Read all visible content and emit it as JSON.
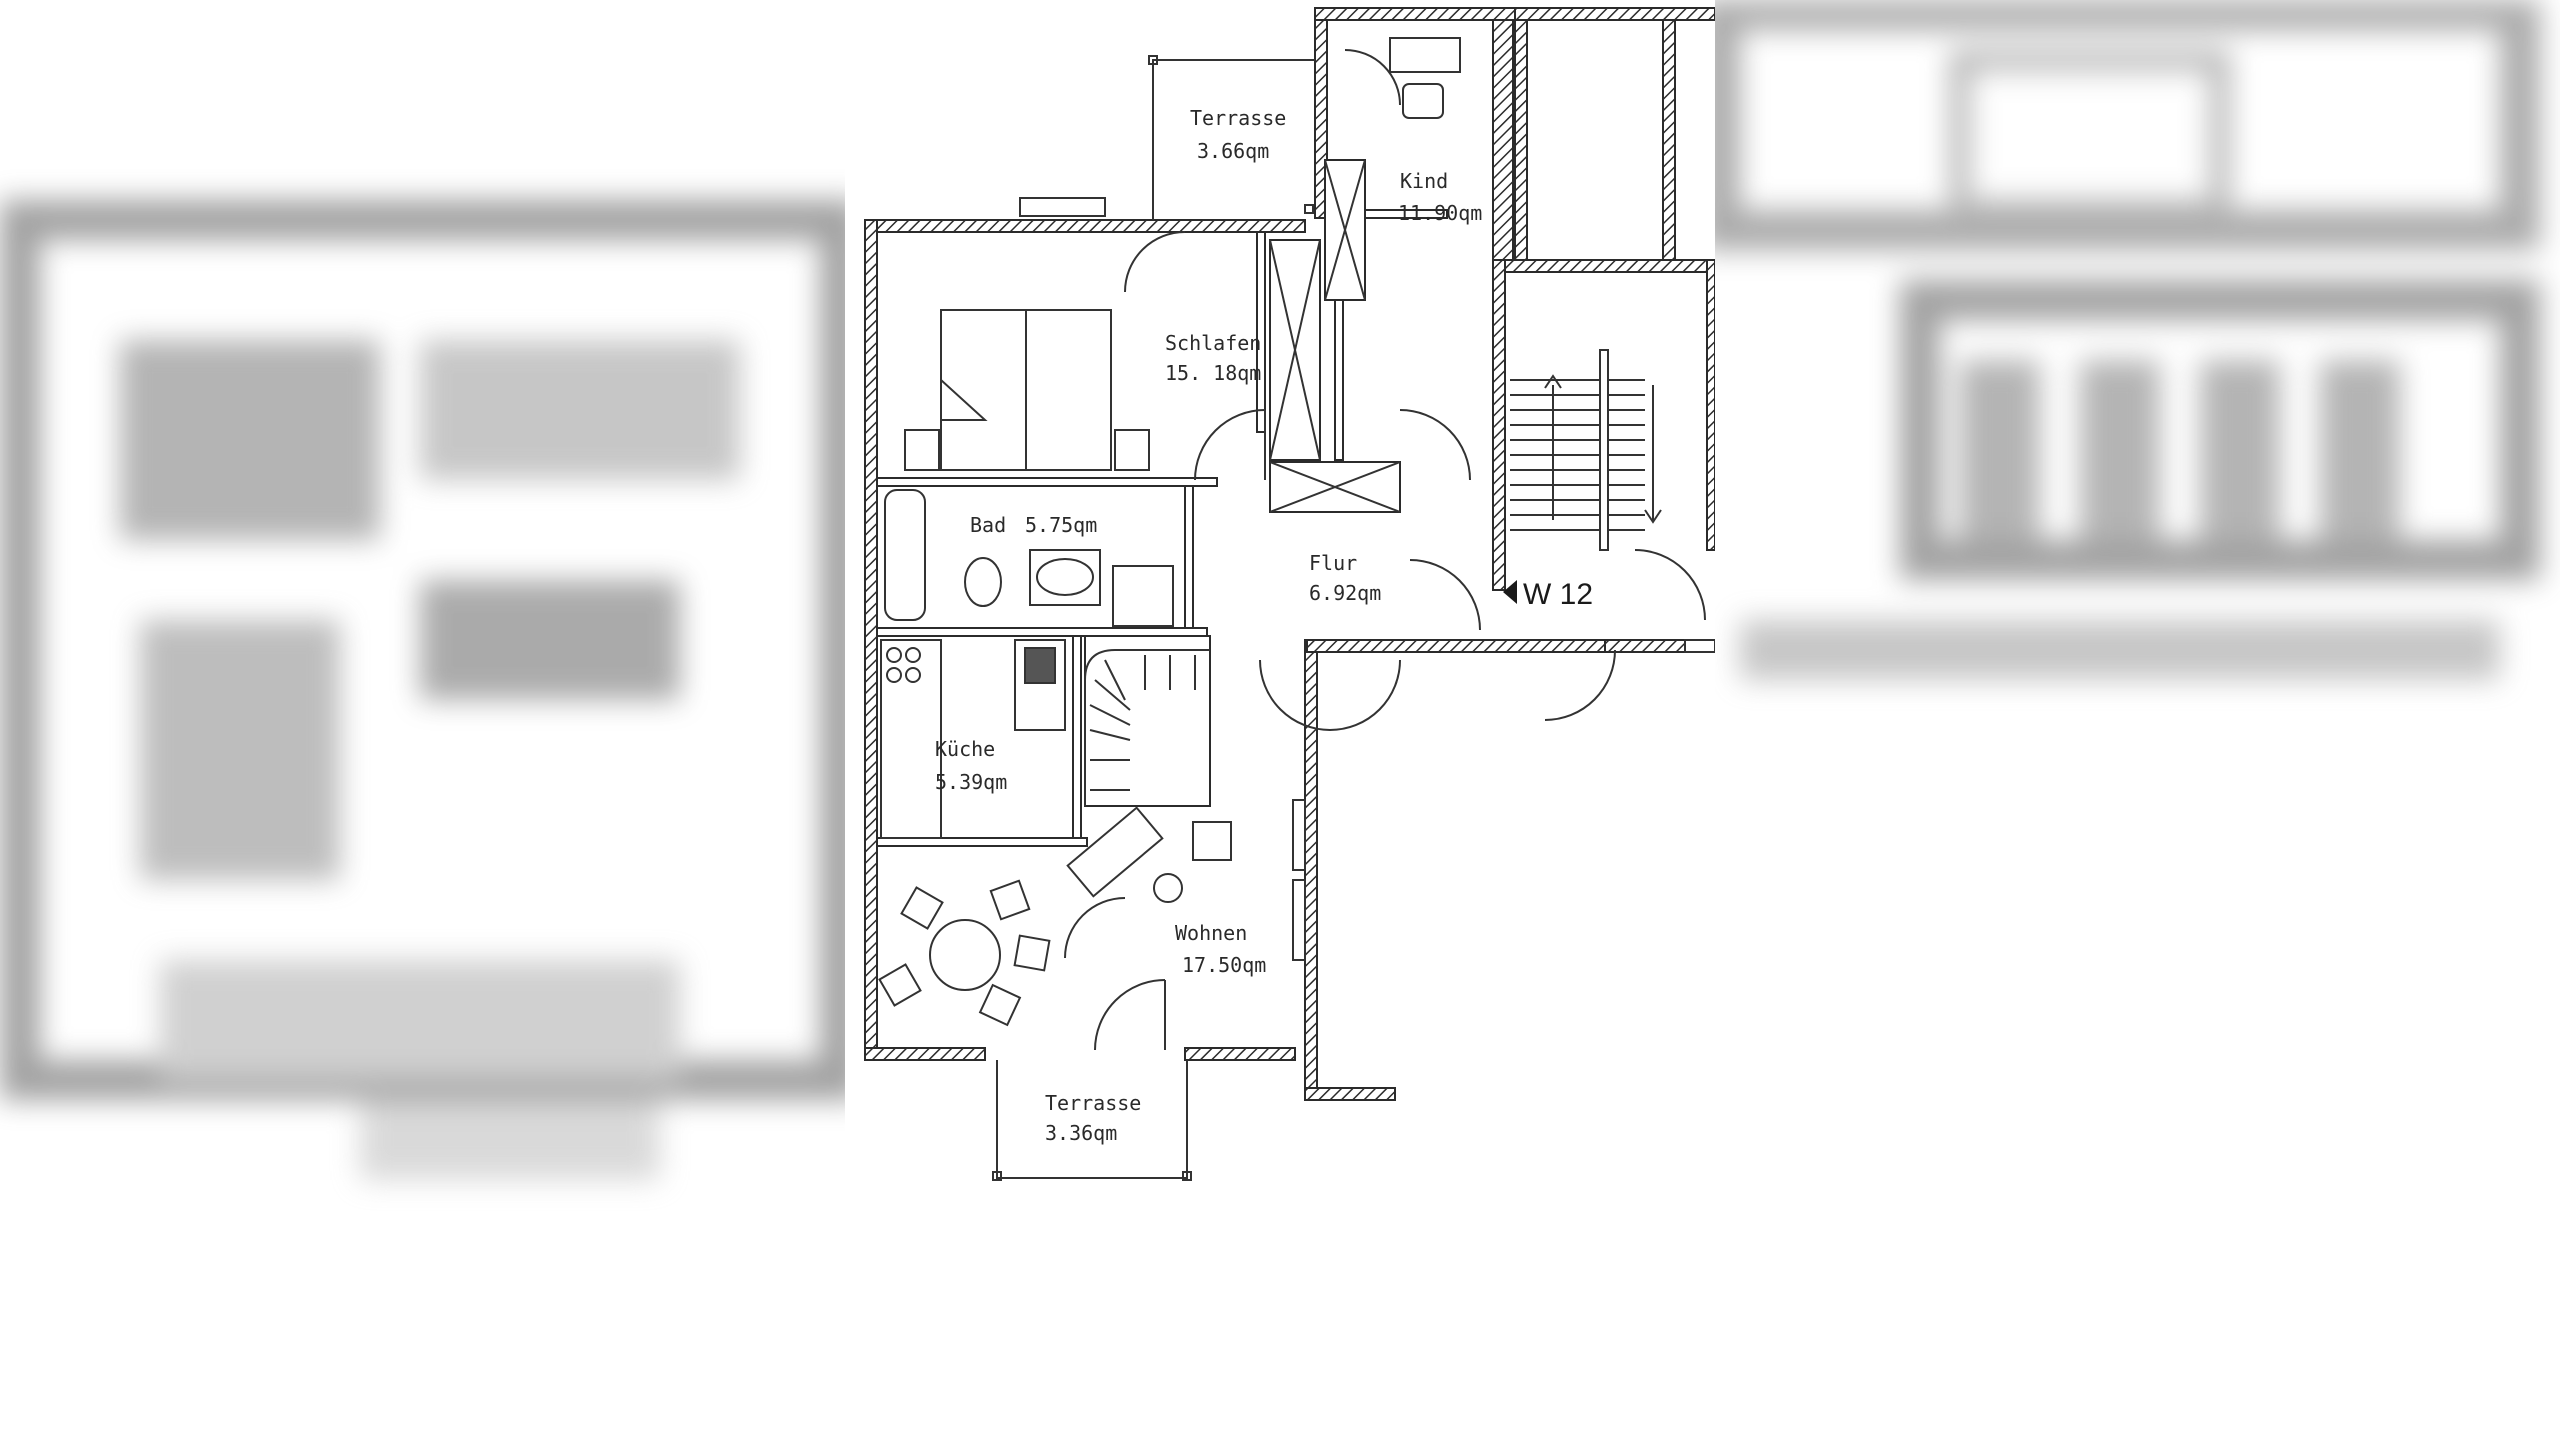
{
  "plan": {
    "unit": "W 12",
    "rooms": [
      {
        "id": "terrasse-top",
        "name": "Terrasse",
        "area": "3.66qm"
      },
      {
        "id": "kind",
        "name": "Kind",
        "area": "11.90qm"
      },
      {
        "id": "schlafen",
        "name": "Schlafen",
        "area": "15. 18qm"
      },
      {
        "id": "bad",
        "name": "Bad",
        "area": "5.75qm"
      },
      {
        "id": "flur",
        "name": "Flur",
        "area": "6.92qm"
      },
      {
        "id": "kueche",
        "name": "Küche",
        "area": "5.39qm"
      },
      {
        "id": "wohnen",
        "name": "Wohnen",
        "area": "17.50qm"
      },
      {
        "id": "terrasse-bottom",
        "name": "Terrasse",
        "area": "3.36qm"
      }
    ]
  },
  "colors": {
    "wall": "#2b2b2b",
    "line": "#333333",
    "background": "#ffffff"
  }
}
